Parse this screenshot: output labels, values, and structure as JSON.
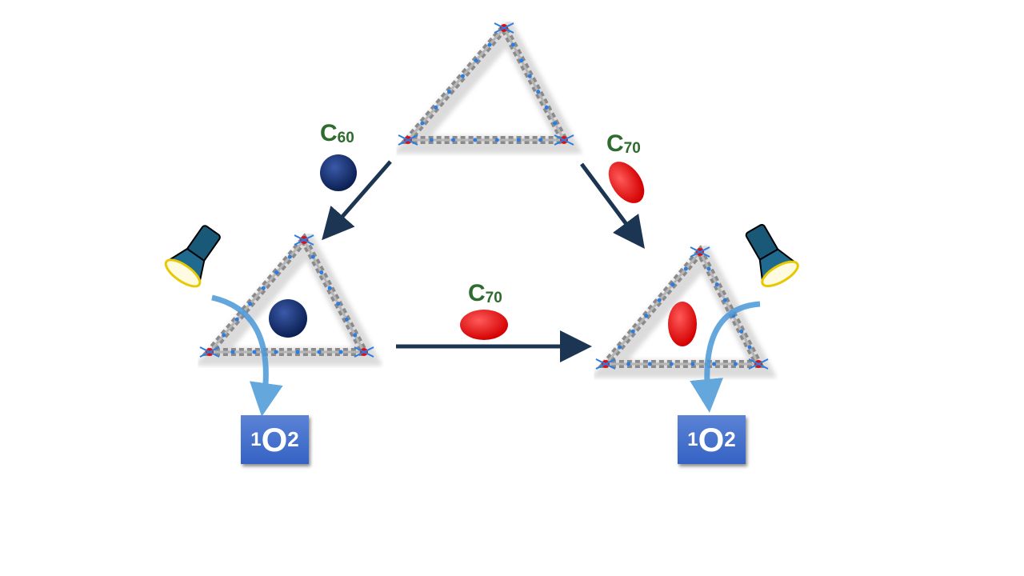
{
  "labels": {
    "c60": {
      "main": "C",
      "sub": "60"
    },
    "c70_right": {
      "main": "C",
      "sub": "70"
    },
    "c70_middle": {
      "main": "C",
      "sub": "70"
    }
  },
  "products": [
    {
      "sup": "1",
      "main": "O",
      "sub": "2"
    },
    {
      "sup": "1",
      "main": "O",
      "sub": "2"
    }
  ],
  "colors": {
    "c60": "#0d2a66",
    "c70": "#ee1111",
    "arrow": "#1c3552",
    "label": "#2e6b2e",
    "box": "#4670cc"
  }
}
